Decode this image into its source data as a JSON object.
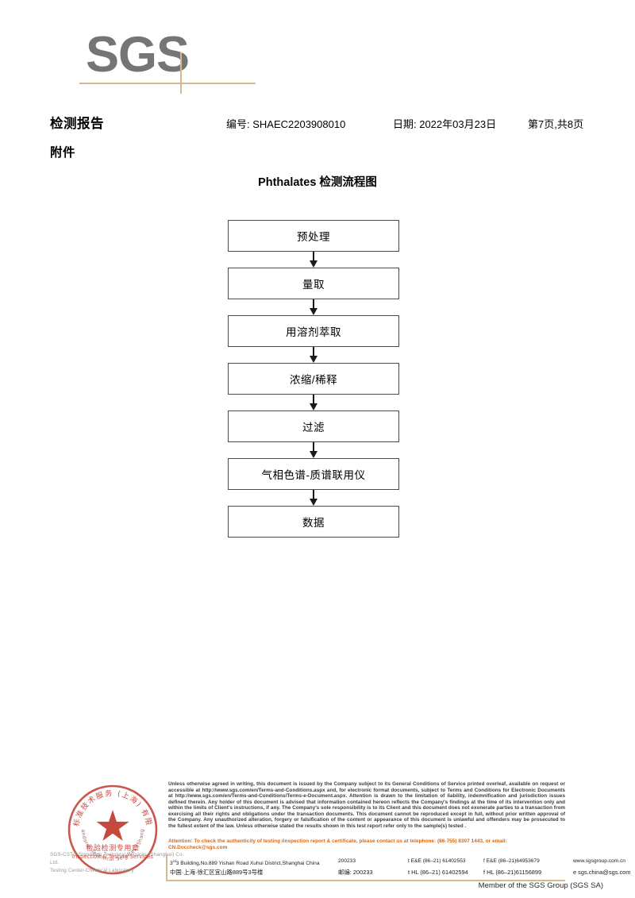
{
  "logo": {
    "text": "SGS",
    "rule_color": "#d9b890",
    "text_color": "#757575"
  },
  "header": {
    "title": "检测报告",
    "report_no": "编号: SHAEC2203908010",
    "date": "日期: 2022年03月23日",
    "page": "第7页,共8页",
    "attachment_label": "附件"
  },
  "flowchart": {
    "title": "Phthalates 检测流程图",
    "nodes": [
      {
        "label": "预处理"
      },
      {
        "label": "量取"
      },
      {
        "label": "用溶剂萃取"
      },
      {
        "label": "浓缩/稀释"
      },
      {
        "label": "过滤"
      },
      {
        "label": "气相色谱-质谱联用仪"
      },
      {
        "label": "数据"
      }
    ]
  },
  "stamp": {
    "ring_text": "通标标准技术服务(上海)有限公司",
    "line1": "检验检测专用章",
    "line2": "Inspection & Testing Services",
    "color": "#c0392b",
    "sub_line1": "SGS-CSTC Standards Technical Services (Shanghai) Co. Ltd.",
    "sub_line2": "Testing Center-Chemical Laboratory"
  },
  "footer": {
    "legal": "Unless otherwise agreed in writing, this document is issued by the Company subject to its General Conditions of Service printed overleaf, available on request or accessible at http://www.sgs.com/en/Terms-and-Conditions.aspx and, for electronic format documents, subject to Terms and Conditions for Electronic Documents at http://www.sgs.com/en/Terms-and-Conditions/Terms-e-Document.aspx. Attention is drawn to the limitation of liability, indemnification and jurisdiction issues defined therein. Any holder of this document is advised that information contained hereon reflects the Company's findings at the time of its intervention only and within the limits of Client's instructions, if any. The Company's sole responsibility is to its Client and this document does not exonerate parties to a transaction from exercising all their rights and obligations under the transaction documents. This document cannot be reproduced except in full, without prior written approval of the Company. Any unauthorized alteration, forgery or falsification of the content or appearance of this document is unlawful and offenders may be prosecuted to the fullest extent of the law. Unless otherwise stated the results shown in this test report refer only to the sample(s) tested .",
    "attention": "Attention: To check the authenticity of testing /inspection report & certificate, please contact us at telephone: (86-755) 8307 1443, or email: CN.Doccheck@sgs.com",
    "attention_color": "#d2691e",
    "member_line": "Member of the SGS Group (SGS SA)"
  },
  "address": {
    "row_en": {
      "street": "3 Building,No.889 Yishan Road Xuhui District,Shanghai China",
      "street_sup": "rd",
      "zip": "200233",
      "tel": "t E&E (86–21) 61402553",
      "fax": "f E&E (86–21)64953679",
      "web": "www.sgsgroup.com.cn"
    },
    "row_cn": {
      "street": "中国·上海·徐汇区宜山路889号3号楼",
      "zip_label": "邮编: 200233",
      "tel": "t HL (86–21) 61402594",
      "fax": "f HL (86–21)61156899",
      "email": "e  sgs.china@sgs.com"
    }
  }
}
